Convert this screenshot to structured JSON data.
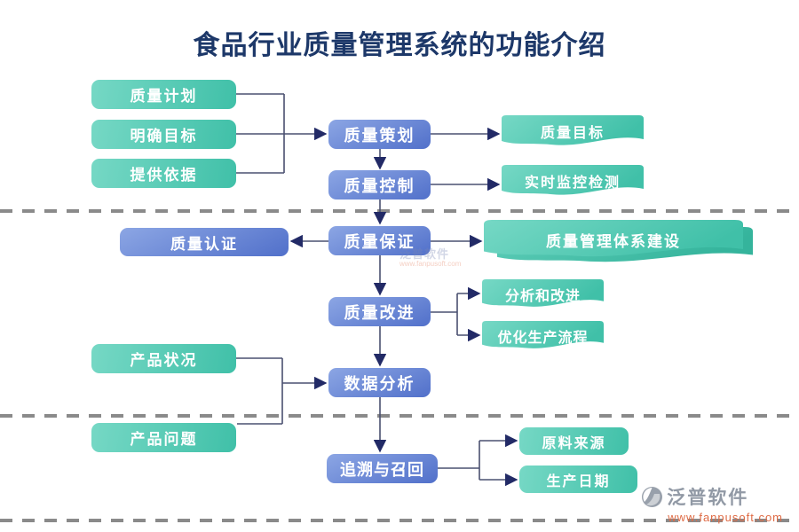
{
  "title": "食品行业质量管理系统的功能介绍",
  "sections": {
    "planning": {
      "inputs": [
        "质量计划",
        "明确目标",
        "提供依据"
      ],
      "processes": [
        "质量策划",
        "质量控制"
      ],
      "outputs": [
        "质量目标",
        "实时监控检测"
      ]
    },
    "assurance": {
      "certification": "质量认证",
      "process": "质量保证",
      "system_building": "质量管理体系建设",
      "improvement": "质量改进",
      "improvement_outputs": [
        "分析和改进",
        "优化生产流程"
      ]
    },
    "analysis": {
      "input": "产品状况",
      "process": "数据分析"
    },
    "traceability": {
      "input": "产品问题",
      "process": "追溯与召回",
      "outputs": [
        "原料来源",
        "生产日期"
      ]
    }
  },
  "branding": {
    "logo_text": "泛普软件",
    "website": "www.fanpusoft.com"
  },
  "colors": {
    "title_text": "#1d3869",
    "process_node": "#5b7bd1",
    "output_node": "#4cc6b0",
    "connector": "#4a5070",
    "divider": "#8a8a8a",
    "brand_gray": "#9199a5",
    "brand_orange": "#df6b45"
  }
}
